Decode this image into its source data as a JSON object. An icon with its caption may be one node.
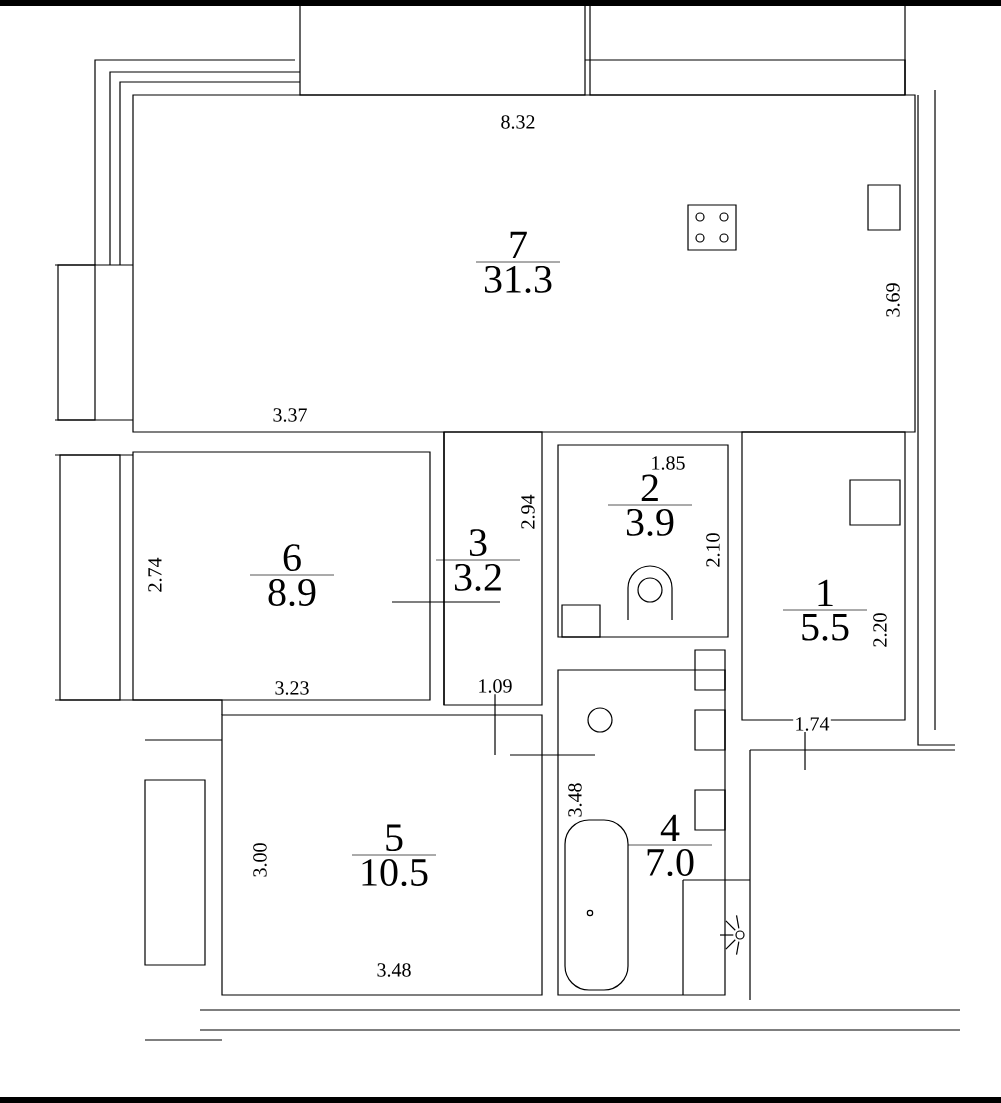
{
  "diagram": {
    "nodes": [
      {
        "text": [
          "7",
          "31.3"
        ]
      },
      {
        "text": [
          "6",
          "8.9"
        ]
      },
      {
        "text": [
          "3",
          "3.2"
        ]
      },
      {
        "text": [
          "2",
          "3.9"
        ]
      },
      {
        "text": [
          "1",
          "5.5"
        ]
      },
      {
        "text": [
          "5",
          "10.5"
        ]
      },
      {
        "text": [
          "4",
          "7.0"
        ]
      }
    ],
    "labels": [
      "8.32",
      "3.69",
      "3.37",
      "1.85",
      "2.94",
      "2.74",
      "2.10",
      "2.20",
      "3.23",
      "1.09",
      "1.74",
      "3.48",
      "3.00",
      "3.48"
    ]
  }
}
